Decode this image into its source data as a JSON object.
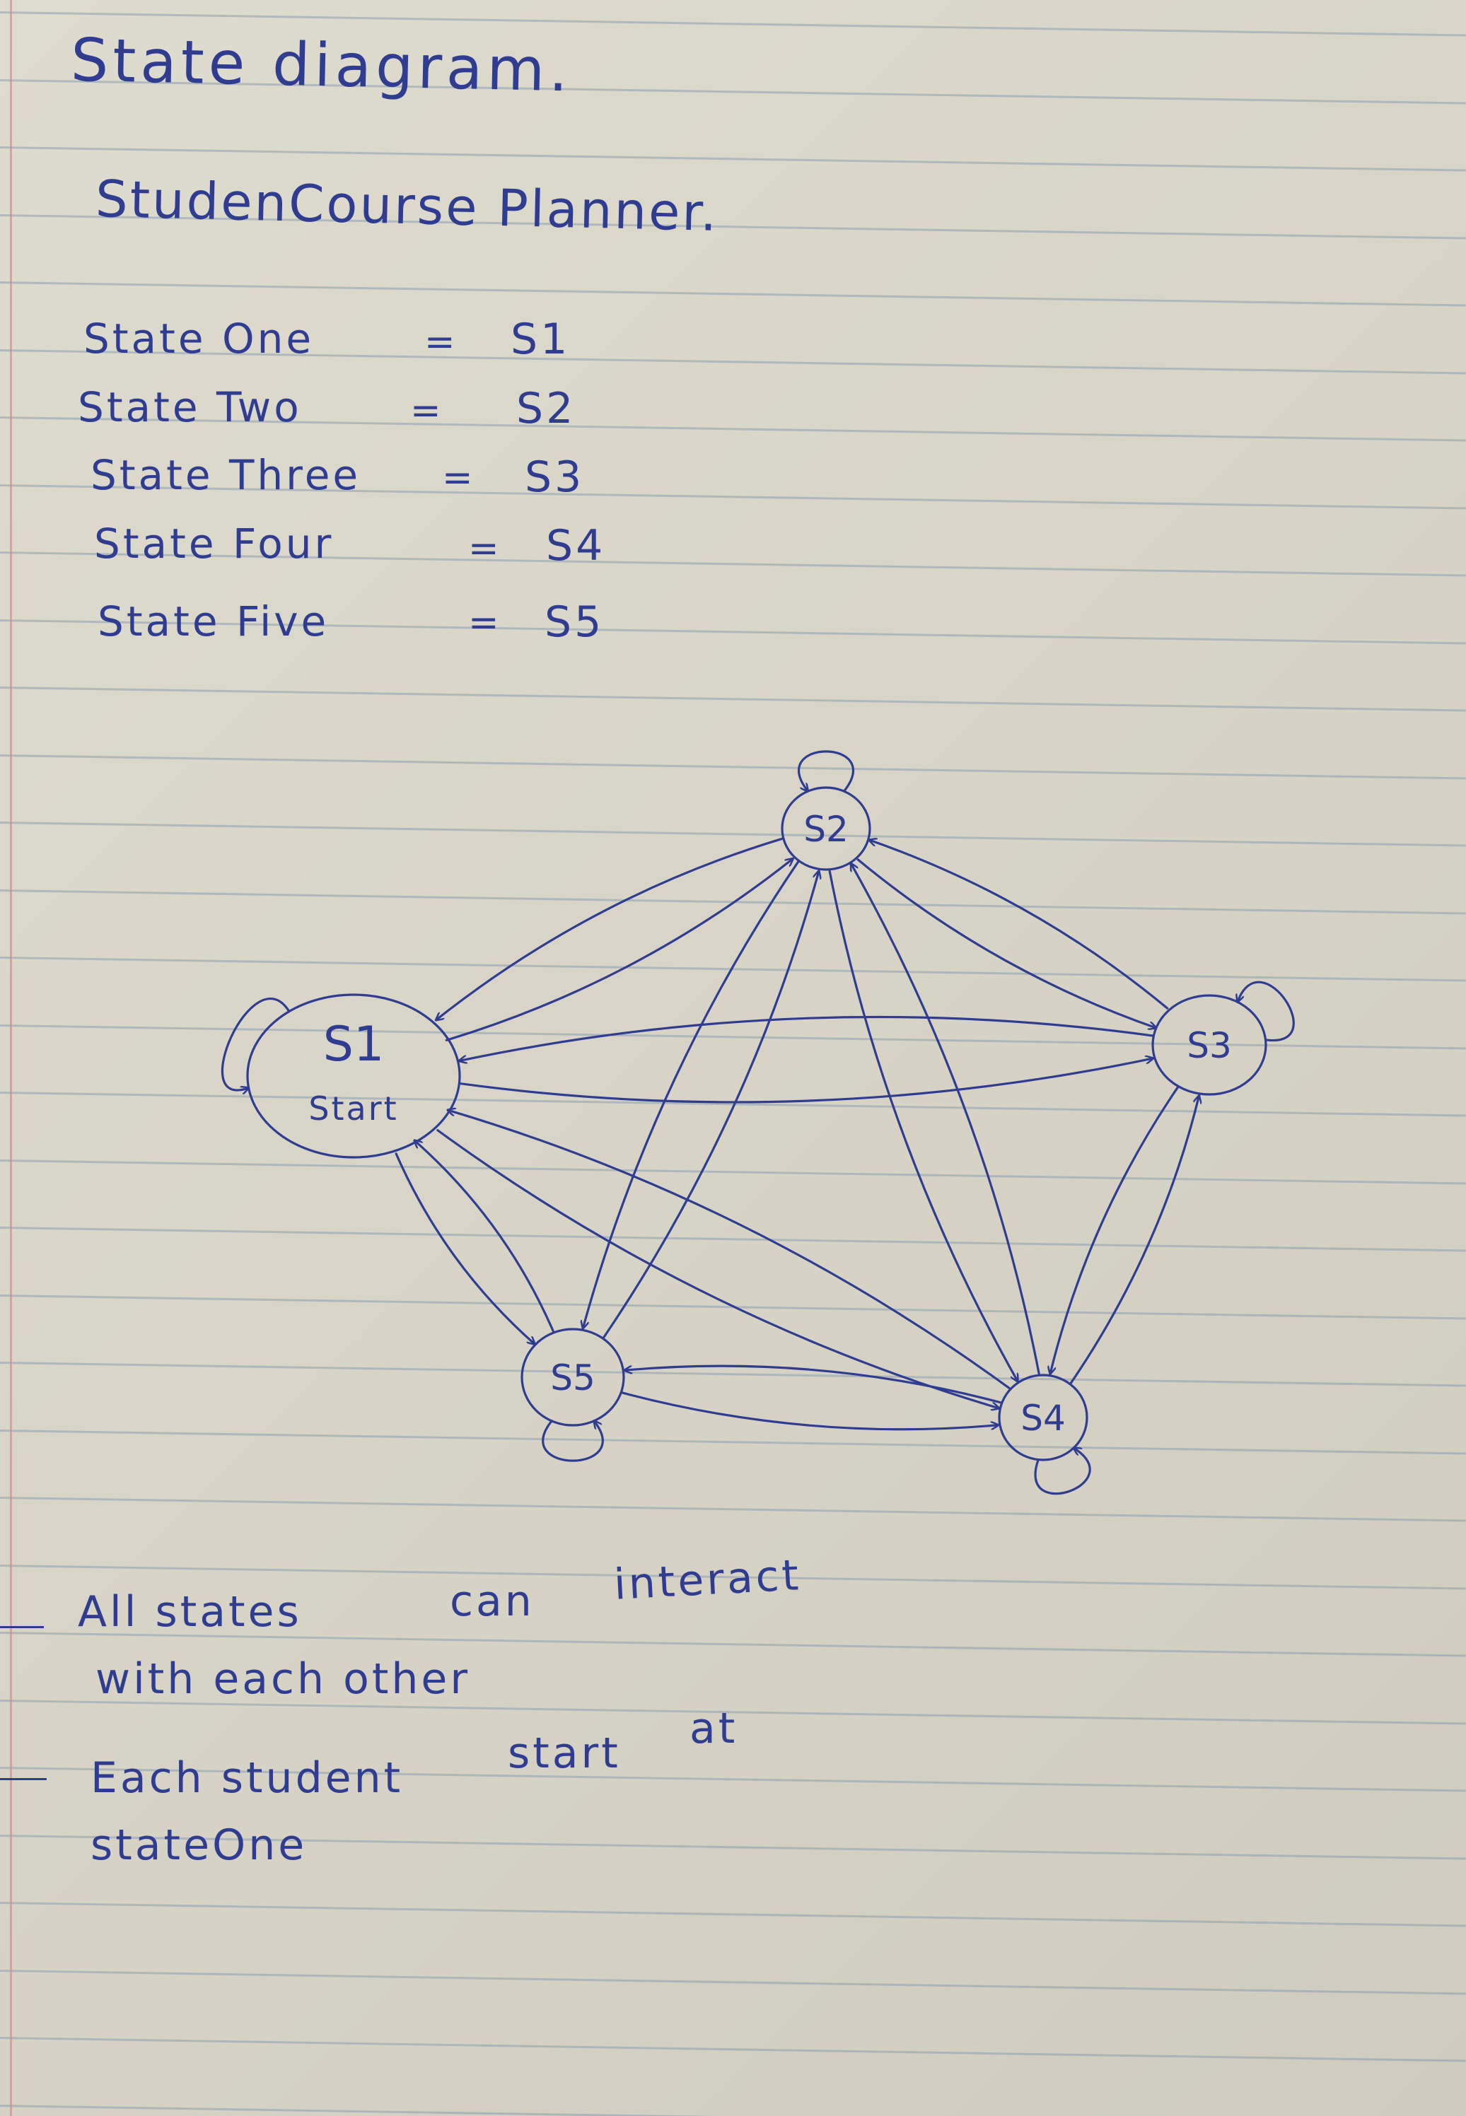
{
  "title": "State diagram.",
  "subtitle": "StudenCourse Planner.",
  "legend": [
    {
      "name": "State One",
      "eq": "=",
      "code": "S1"
    },
    {
      "name": "State Two",
      "eq": "=",
      "code": "S2"
    },
    {
      "name": "State Three",
      "eq": "=",
      "code": "S3"
    },
    {
      "name": "State Four",
      "eq": "=",
      "code": "S4"
    },
    {
      "name": "State Five",
      "eq": "=",
      "code": "S5"
    }
  ],
  "states": [
    {
      "id": "S1",
      "label": "S1",
      "sublabel": "Start"
    },
    {
      "id": "S2",
      "label": "S2"
    },
    {
      "id": "S3",
      "label": "S3"
    },
    {
      "id": "S4",
      "label": "S4"
    },
    {
      "id": "S5",
      "label": "S5"
    }
  ],
  "transitions": [
    {
      "from": "S1",
      "to": "S1"
    },
    {
      "from": "S2",
      "to": "S2"
    },
    {
      "from": "S3",
      "to": "S3"
    },
    {
      "from": "S4",
      "to": "S4"
    },
    {
      "from": "S5",
      "to": "S5"
    },
    {
      "from": "S1",
      "to": "S2"
    },
    {
      "from": "S2",
      "to": "S1"
    },
    {
      "from": "S1",
      "to": "S3"
    },
    {
      "from": "S3",
      "to": "S1"
    },
    {
      "from": "S1",
      "to": "S4"
    },
    {
      "from": "S4",
      "to": "S1"
    },
    {
      "from": "S1",
      "to": "S5"
    },
    {
      "from": "S5",
      "to": "S1"
    },
    {
      "from": "S2",
      "to": "S3"
    },
    {
      "from": "S3",
      "to": "S2"
    },
    {
      "from": "S2",
      "to": "S4"
    },
    {
      "from": "S4",
      "to": "S2"
    },
    {
      "from": "S2",
      "to": "S5"
    },
    {
      "from": "S5",
      "to": "S2"
    },
    {
      "from": "S3",
      "to": "S4"
    },
    {
      "from": "S4",
      "to": "S3"
    },
    {
      "from": "S4",
      "to": "S5"
    },
    {
      "from": "S5",
      "to": "S4"
    }
  ],
  "notes": [
    {
      "lines": [
        "All states",
        "can",
        "interact"
      ],
      "line2": "with each other"
    },
    {
      "lines": [
        "Each student",
        "start",
        "at"
      ],
      "line2": "stateOne"
    }
  ],
  "colors": {
    "ink": "#2f3c8f",
    "rule": "#8d9fb1",
    "margin": "#d58b8b",
    "paper": "#dbd8cb"
  }
}
